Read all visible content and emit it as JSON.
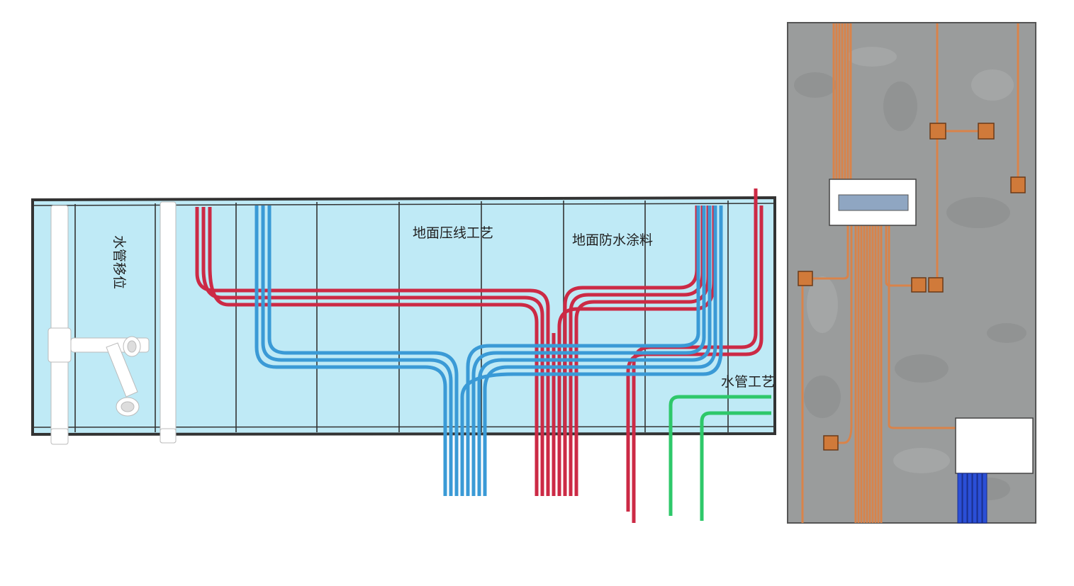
{
  "labels": {
    "water_pipe_relocation": "水管移位",
    "floor_wiring": "地面压线工艺",
    "floor_waterproofing": "地面防水涂料",
    "water_pipe_craft": "水管工艺"
  },
  "colors": {
    "tray_fill": "#bfeaf6",
    "frame": "#333333",
    "hot_pipe": "#cc2a45",
    "cold_pipe": "#3a9ad6",
    "green_pipe": "#2ec86a",
    "drain_pipe": "#ffffff",
    "concrete": "#9a9c9c",
    "conduit": "#d9834a",
    "junction_box": "#d07a3a",
    "panel": "#ffffff",
    "panel_screen": "#8fa6c2",
    "blue_cable": "#2b4fd6"
  },
  "icons": [
    "drain-tee-fitting",
    "junction-box",
    "distribution-panel",
    "weak-current-box"
  ]
}
